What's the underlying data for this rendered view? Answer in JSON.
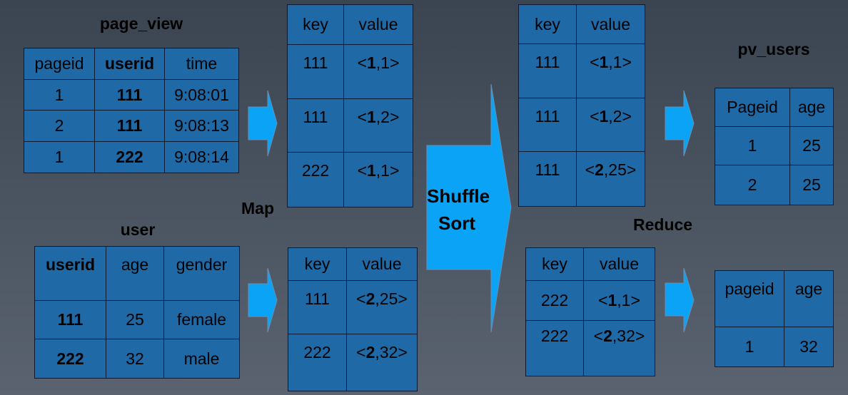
{
  "labels": {
    "page_view": "page_view",
    "user": "user",
    "pv_users": "pv_users",
    "map": "Map",
    "shuffle": "Shuffle",
    "sort": "Sort",
    "reduce": "Reduce"
  },
  "page_view": {
    "headers": [
      "pageid",
      "userid",
      "time"
    ],
    "rows": [
      [
        "1",
        "111",
        "9:08:01"
      ],
      [
        "2",
        "111",
        "9:08:13"
      ],
      [
        "1",
        "222",
        "9:08:14"
      ]
    ]
  },
  "user": {
    "headers": [
      "userid",
      "age",
      "gender"
    ],
    "rows": [
      [
        "111",
        "25",
        "female"
      ],
      [
        "222",
        "32",
        "male"
      ]
    ]
  },
  "map_out_1": {
    "headers": [
      "key",
      "value"
    ],
    "rows": [
      [
        "111",
        "<",
        "1",
        ",1>"
      ],
      [
        "111",
        "<",
        "1",
        ",2>"
      ],
      [
        "222",
        "<",
        "1",
        ",1>"
      ]
    ]
  },
  "map_out_2": {
    "headers": [
      "key",
      "value"
    ],
    "rows": [
      [
        "111",
        "<",
        "2",
        ",25>"
      ],
      [
        "222",
        "<",
        "2",
        ",32>"
      ]
    ]
  },
  "sort_out_1": {
    "headers": [
      "key",
      "value"
    ],
    "rows": [
      [
        "111",
        "<",
        "1",
        ",1>"
      ],
      [
        "111",
        "<",
        "1",
        ",2>"
      ],
      [
        "111",
        "<",
        "2",
        ",25>"
      ]
    ]
  },
  "sort_out_2": {
    "headers": [
      "key",
      "value"
    ],
    "rows": [
      [
        "222",
        "<",
        "1",
        ",1>"
      ],
      [
        "222",
        "<",
        "2",
        ",32>"
      ]
    ]
  },
  "pv_users_1": {
    "headers": [
      "Pageid",
      "age"
    ],
    "rows": [
      [
        "1",
        "25"
      ],
      [
        "2",
        "25"
      ]
    ]
  },
  "pv_users_2": {
    "headers": [
      "pageid",
      "age"
    ],
    "rows": [
      [
        "1",
        "32"
      ]
    ]
  },
  "colors": {
    "cell": "#1f6aa6",
    "border": "#0a1b33",
    "arrow": "#0aa3f5"
  }
}
